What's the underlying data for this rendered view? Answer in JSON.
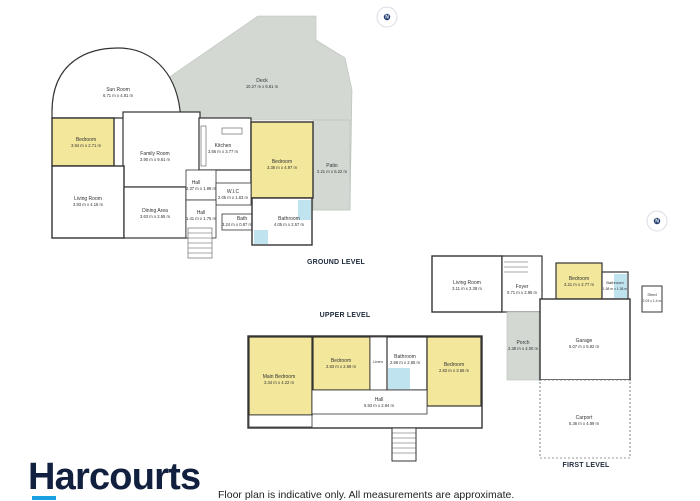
{
  "colors": {
    "bedroom_fill": "#f3e79b",
    "bathroom_fill": "#bfe3ef",
    "deck_fill": "#d3d8d3",
    "wall": "#333333",
    "brand": "#12203f",
    "brand_accent": "#1aa0e0",
    "compass": "#1e3a6e"
  },
  "compass": {
    "label": "N"
  },
  "ground": {
    "level_label": "GROUND LEVEL",
    "rooms": {
      "sun_room": {
        "name": "Sun Room",
        "dims": "6.71 m x 4.81 m"
      },
      "deck": {
        "name": "Deck",
        "dims": "10.27 m x 6.81 m"
      },
      "bedroom_left": {
        "name": "Bedroom",
        "dims": "3.94 m x 2.71 m"
      },
      "family_room": {
        "name": "Family Room",
        "dims": "3.90 m x 9.61 m"
      },
      "kitchen": {
        "name": "Kitchen",
        "dims": "3.66 m x 3.77 m"
      },
      "bedroom_right": {
        "name": "Bedroom",
        "dims": "3.36 m x 4.97 m"
      },
      "patio": {
        "name": "Patio",
        "dims": "2.21 m x 5.22 m"
      },
      "hall_upper": {
        "name": "Hall",
        "dims": "2.37 m x 1.89 m"
      },
      "wic": {
        "name": "W.I.C",
        "dims": "2.05 m x 1.63 m"
      },
      "living_room": {
        "name": "Living Room",
        "dims": "3.93 m x 4.18 m"
      },
      "dining_area": {
        "name": "Dining Area",
        "dims": "3.63 m x 2.65 m"
      },
      "hall_lower": {
        "name": "Hall",
        "dims": "1.41 m x 1.75 m"
      },
      "bath": {
        "name": "Bath",
        "dims": "3.24 m x 0.87 m"
      },
      "bathroom": {
        "name": "Bathroom",
        "dims": "4.05 m x 2.57 m"
      }
    }
  },
  "upper": {
    "level_label": "UPPER LEVEL",
    "rooms": {
      "main_bedroom": {
        "name": "Main Bedroom",
        "dims": "3.34 m x 4.22 m"
      },
      "bedroom_1": {
        "name": "Bedroom",
        "dims": "2.83 m x 2.69 m"
      },
      "bathroom": {
        "name": "Bathroom",
        "dims": "2.66 m x 2.65 m"
      },
      "bedroom_2": {
        "name": "Bedroom",
        "dims": "2.83 m x 3.66 m"
      },
      "hall": {
        "name": "Hall",
        "dims": "5.93 m x 2.94 m"
      },
      "linen": {
        "name": "Linen",
        "dims": ""
      }
    }
  },
  "first": {
    "level_label": "FIRST LEVEL",
    "rooms": {
      "living_room": {
        "name": "Living Room",
        "dims": "3.11 m x 3.38 m"
      },
      "foyer": {
        "name": "Foyer",
        "dims": "0.71 m x 2.95 m"
      },
      "bedroom": {
        "name": "Bedroom",
        "dims": "3.21 m x 2.77 m"
      },
      "bathroom": {
        "name": "Bathroom",
        "dims": "1.58 m x 1.38 m"
      },
      "shed": {
        "name": "Shed",
        "dims": "2.03 x 1.4 m"
      },
      "porch": {
        "name": "Porch",
        "dims": "2.38 m x 4.00 m"
      },
      "garage": {
        "name": "Garage",
        "dims": "5.07 m x 5.92 m"
      },
      "carport": {
        "name": "Carport",
        "dims": "5.36 m x 4.89 m"
      }
    }
  },
  "brand": {
    "name": "Harcourts"
  },
  "disclaimer": "Floor plan is indicative only. All measurements are approximate."
}
